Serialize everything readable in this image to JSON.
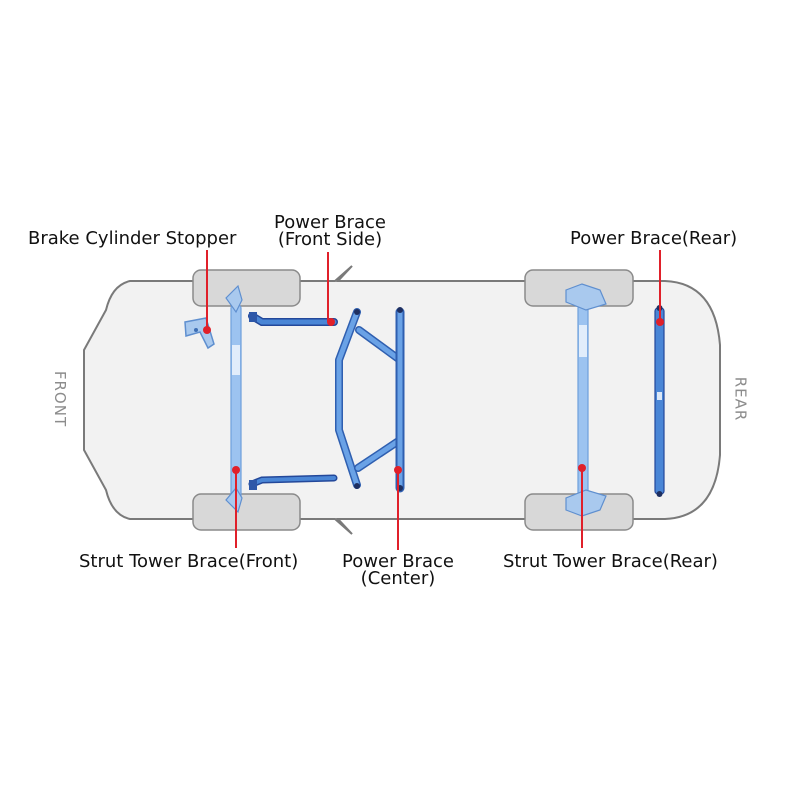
{
  "orientation": {
    "front": "FRONT",
    "rear": "REAR"
  },
  "labels": {
    "brake_cylinder_stopper": "Brake Cylinder Stopper",
    "power_brace_front_side": {
      "line1": "Power Brace",
      "line2": "(Front Side)"
    },
    "power_brace_rear": "Power Brace(Rear)",
    "strut_tower_brace_front": "Strut Tower Brace(Front)",
    "power_brace_center": {
      "line1": "Power Brace",
      "line2": "(Center)"
    },
    "strut_tower_brace_rear": "Strut Tower Brace(Rear)"
  },
  "colors": {
    "callout": "#e0202a",
    "brace": "#4a86d6",
    "brace_light": "#9cc3f0",
    "brace_dark": "#23489a",
    "body_outline": "#7a7a7a",
    "body_fill": "#f2f2f2",
    "wheel": "#d8d8d8"
  }
}
